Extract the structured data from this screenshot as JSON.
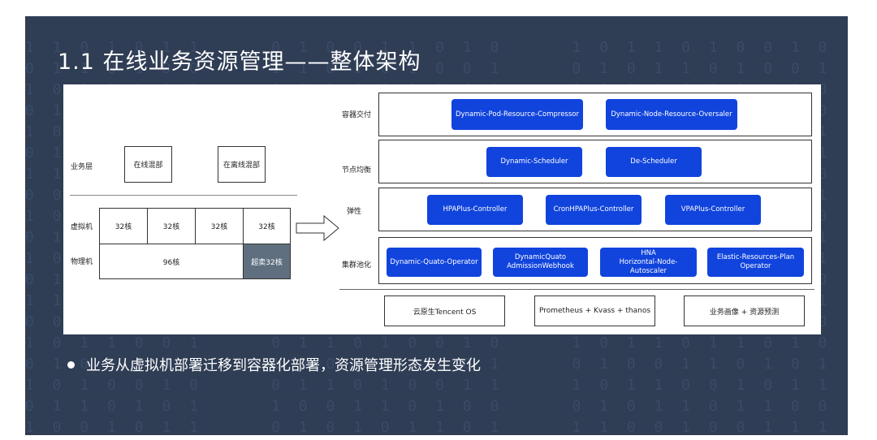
{
  "title": "1.1 在线业务资源管理——整体架构",
  "left": {
    "business_label": "业务层",
    "online_mix": "在线混部",
    "offline_mix": "在离线混部",
    "vm_label": "虚拟机",
    "vm_cells": [
      "32核",
      "32核",
      "32核",
      "32核"
    ],
    "pm_label": "物理机",
    "pm_main": "96核",
    "pm_over": "超卖32核"
  },
  "right": {
    "rows": [
      {
        "label": "容器交付",
        "buttons": [
          "Dynamic-Pod-Resource-Compressor",
          "Dynamic-Node-Resource-Oversaler"
        ]
      },
      {
        "label": "节点均衡",
        "buttons": [
          "Dynamic-Scheduler",
          "De-Scheduler"
        ]
      },
      {
        "label": "弹性",
        "buttons": [
          "HPAPlus-Controller",
          "CronHPAPlus-Controller",
          "VPAPlus-Controller"
        ]
      },
      {
        "label": "集群池化",
        "buttons": [
          "Dynamic-Quato-Operator",
          "DynamicQuato\nAdmissionWebhook",
          "HNA\nHorizontal-Node-Autoscaler",
          "Elastic-Resources-Plan\nOperator"
        ]
      }
    ],
    "bottom": [
      "云原生Tencent OS",
      "Prometheus + Kvass + thanos",
      "业务画像 + 资源预测"
    ]
  },
  "bullet": "业务从虚拟机部署迁移到容器化部署，资源管理形态发生变化",
  "colors": {
    "slide_bg": "#2f3d55",
    "button": "#1144dd",
    "overcommit": "#5f6f80"
  }
}
